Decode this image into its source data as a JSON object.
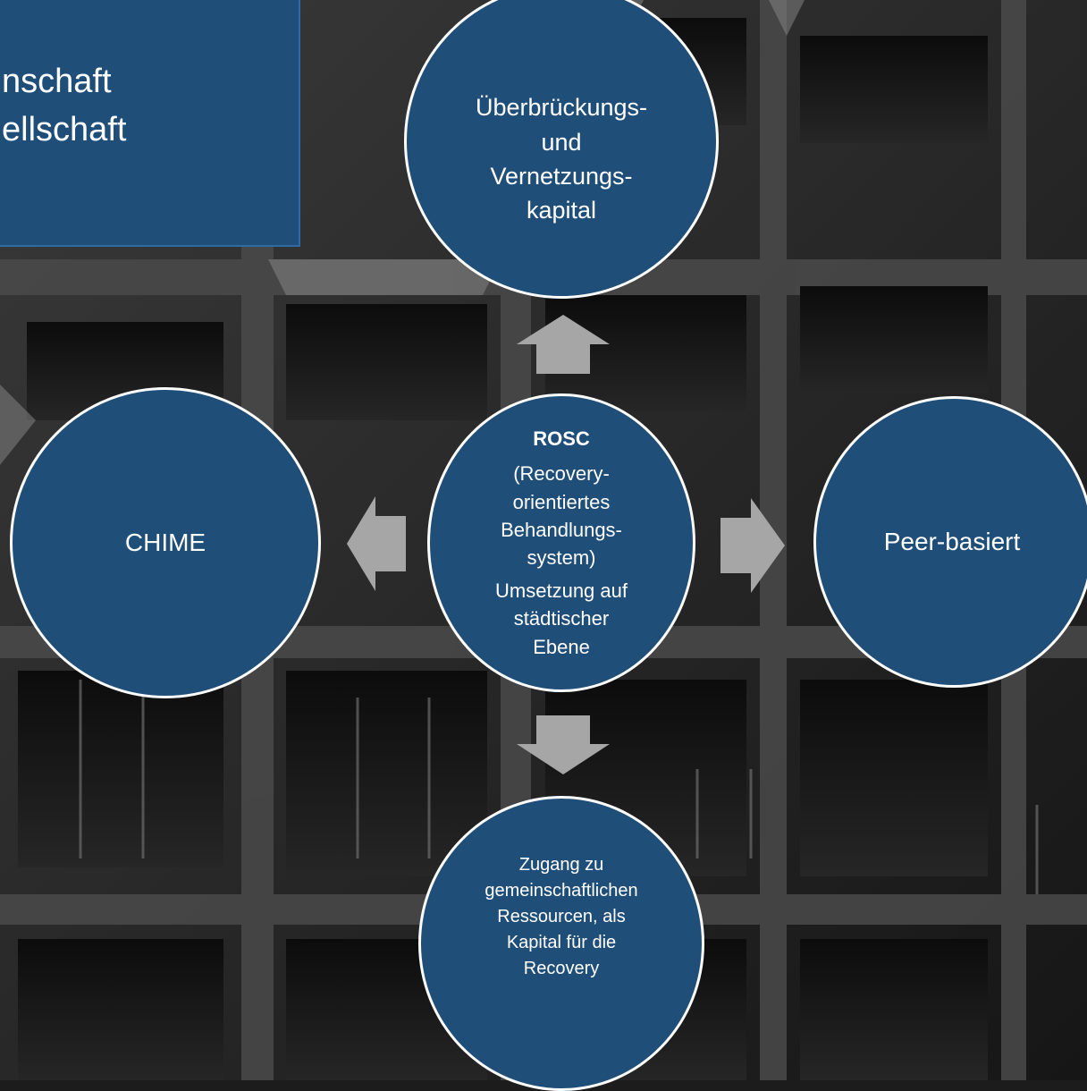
{
  "title_box": {
    "line1": "nschaft",
    "line2": "ellschaft"
  },
  "nodes": {
    "top": {
      "lines": [
        "Überbrückungs-",
        "und",
        "Vernetzungs-",
        "kapital"
      ]
    },
    "left": {
      "label": "CHIME"
    },
    "right": {
      "label": "Peer-basiert"
    },
    "center": {
      "title": "ROSC",
      "lines": [
        "(Recovery-",
        "orientiertes",
        "Behandlungs-",
        "system)"
      ],
      "sub_lines": [
        "Umsetzung auf",
        "städtischer",
        "Ebene"
      ]
    },
    "bottom": {
      "lines": [
        "Zugang zu",
        "gemeinschaftlichen",
        "Ressourcen, als",
        "Kapital für die",
        "Recovery"
      ]
    }
  },
  "colors": {
    "node_fill": "#1f4e79",
    "node_border": "#ffffff",
    "arrow_fill": "#a6a6a6",
    "text": "#ffffff"
  }
}
